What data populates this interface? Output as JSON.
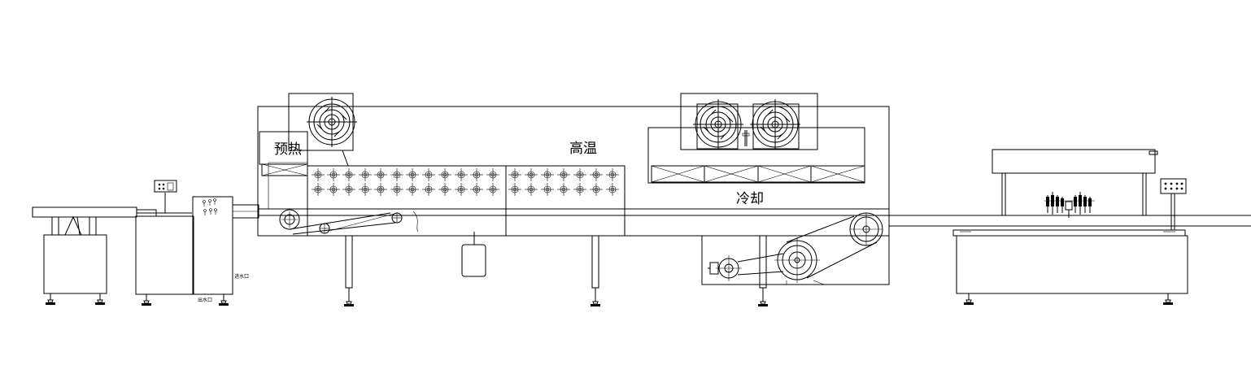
{
  "labels": {
    "preheat": "预热",
    "high_temp": "高温",
    "cooling": "冷却",
    "water_inlet": "进水口",
    "water_outlet": "出水口"
  },
  "colors": {
    "line": "#000000",
    "background": "#ffffff"
  }
}
